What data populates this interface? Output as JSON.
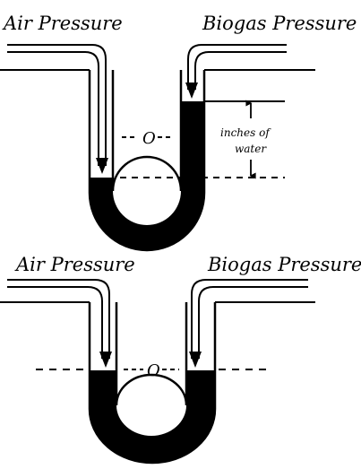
{
  "diagrams": [
    {
      "air_label": "Air Pressure",
      "biogas_label": "Biogas Pressure",
      "zero_label": "O",
      "measure_label_1": "inches of",
      "measure_label_2": "water"
    },
    {
      "air_label": "Air Pressure",
      "biogas_label": "Biogas Pressure",
      "zero_label": "O"
    }
  ],
  "colors": {
    "ink": "#000000",
    "background": "#ffffff"
  }
}
